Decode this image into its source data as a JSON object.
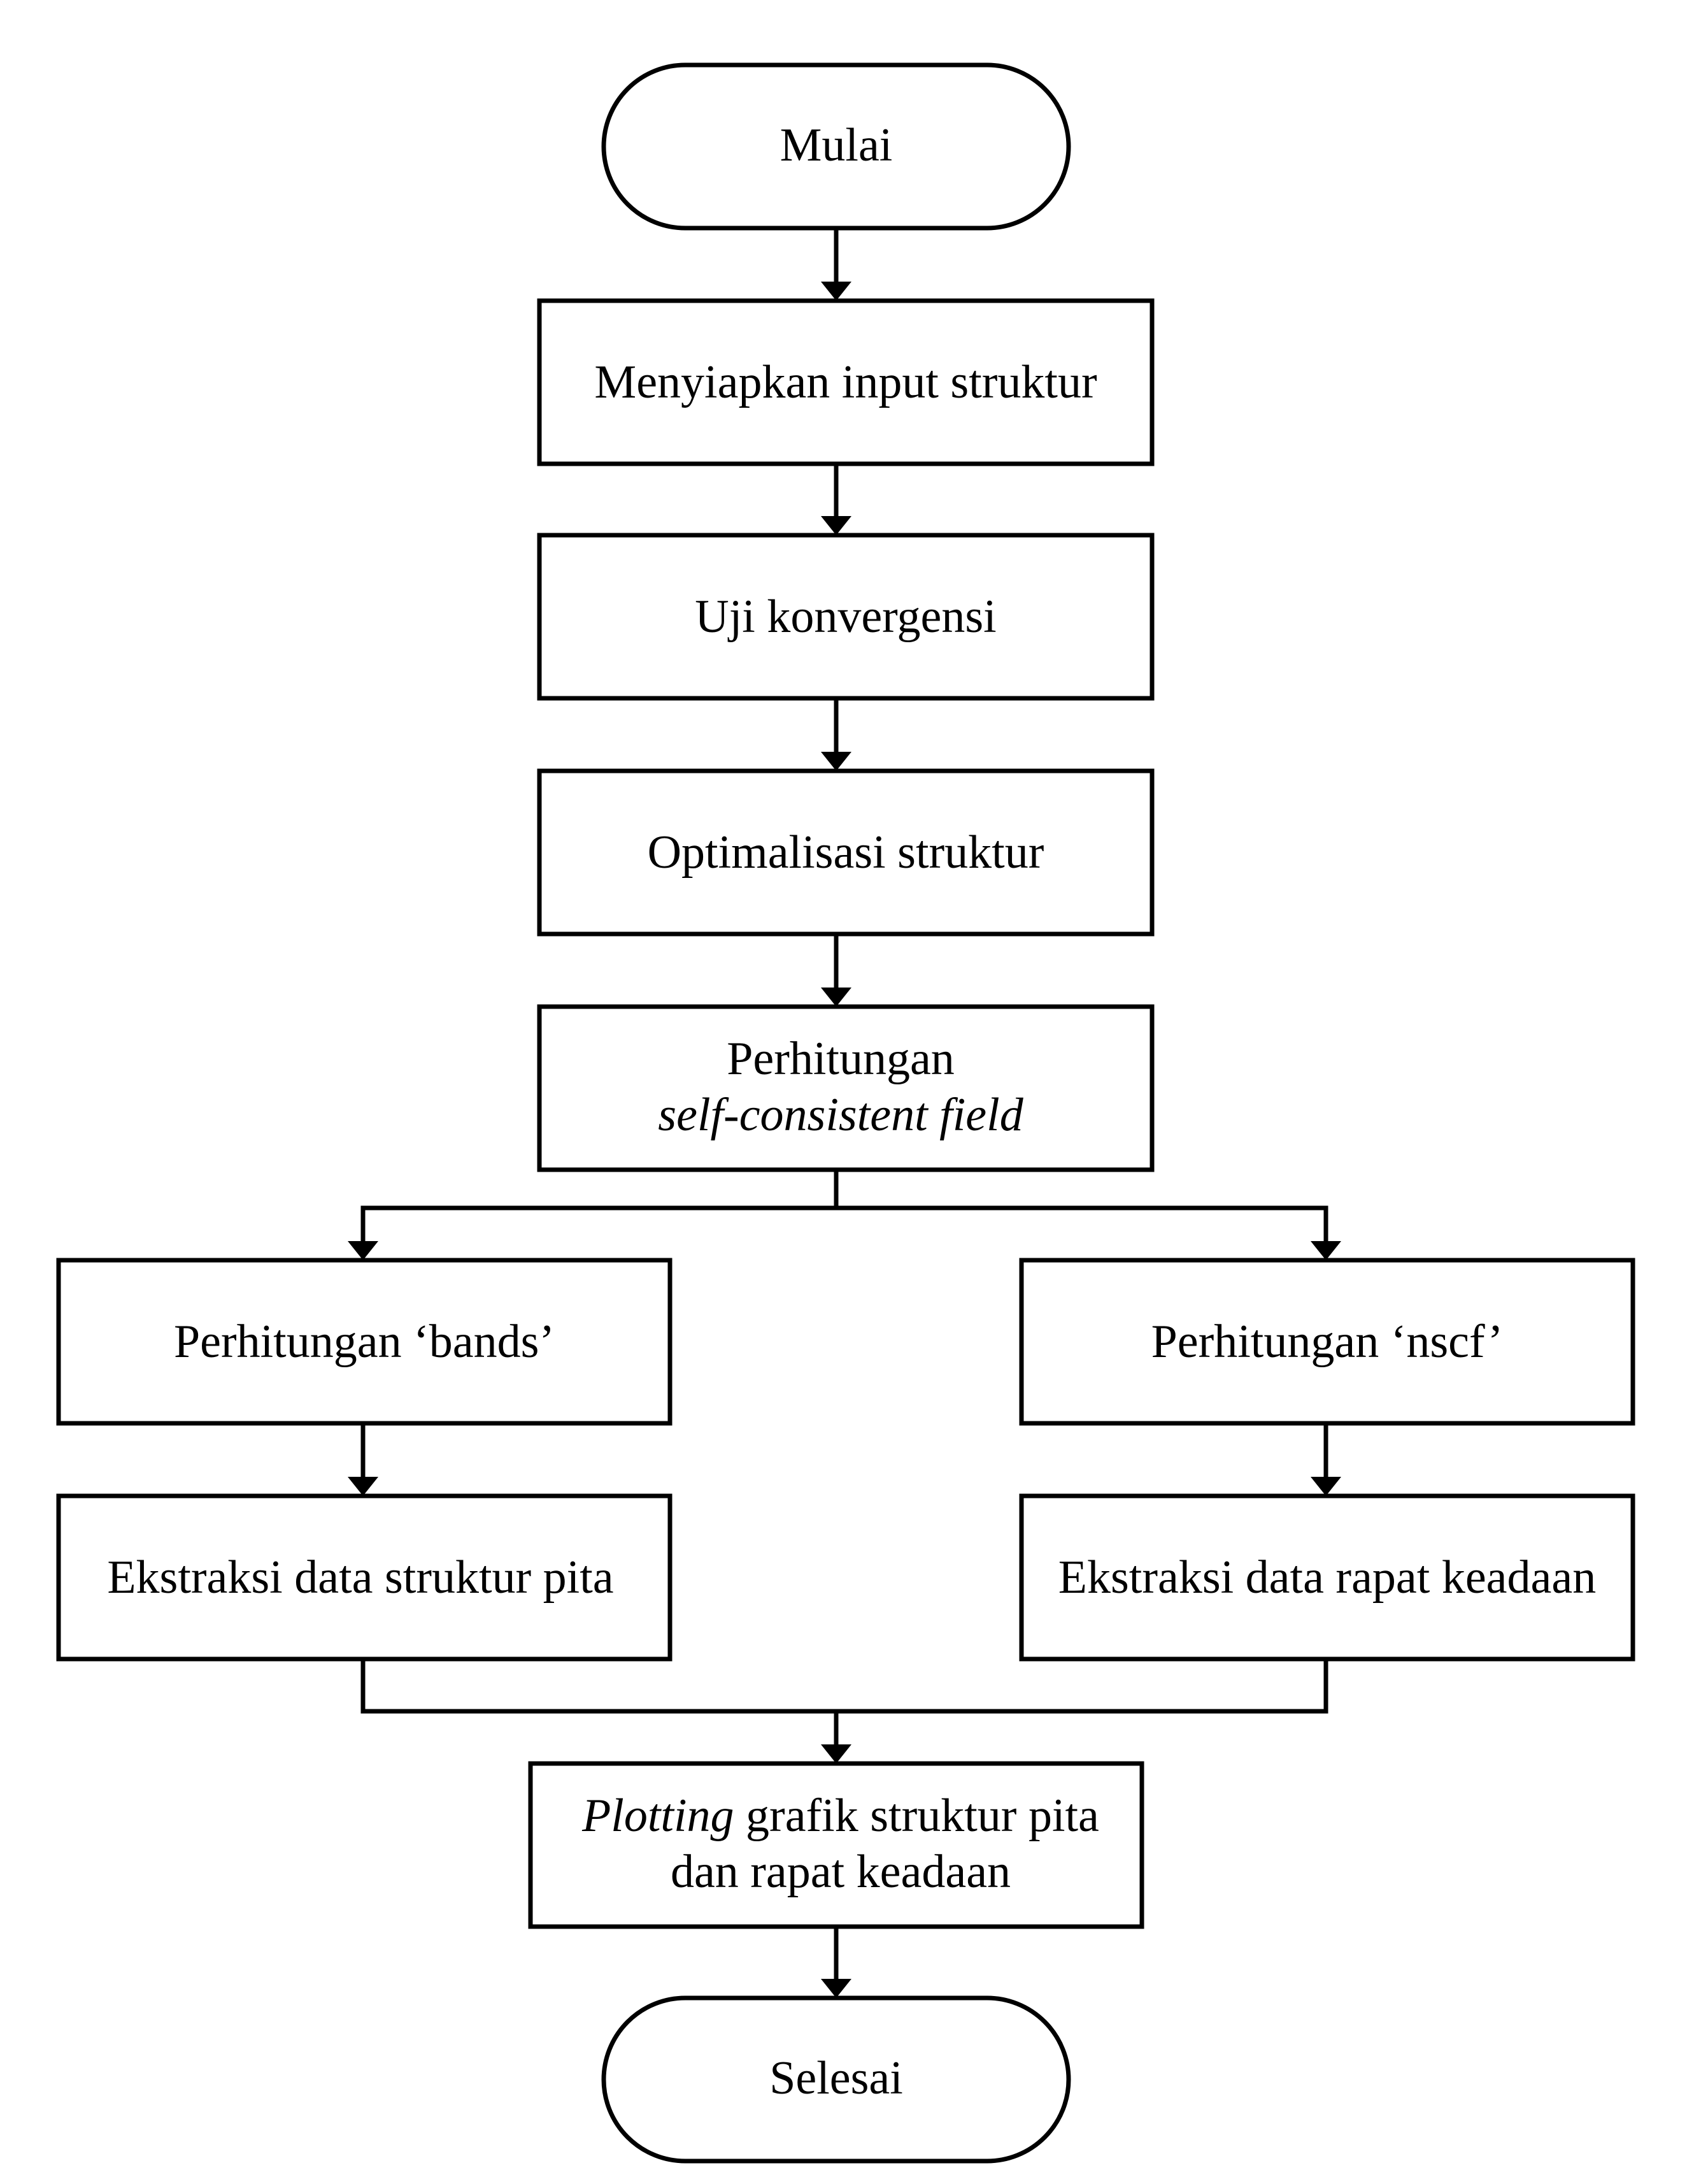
{
  "flowchart": {
    "start": "Mulai",
    "step_prepare_input": "Menyiapkan input struktur",
    "step_convergence_test": "Uji konvergensi",
    "step_structure_optimization": "Optimalisasi struktur",
    "step_scf": {
      "line1": "Perhitungan",
      "line2": "self-consistent field"
    },
    "step_bands": "Perhitungan ‘bands’",
    "step_nscf": "Perhitungan ‘nscf’",
    "step_extract_band": "Ekstraksi data struktur pita",
    "step_extract_dos": "Ekstraksi data rapat keadaan",
    "step_plotting": {
      "line1_italic": "Plotting",
      "line1_rest": " grafik struktur pita",
      "line2": "dan rapat keadaan"
    },
    "end": "Selesai"
  },
  "colors": {
    "stroke": "#000000",
    "background": "#ffffff"
  }
}
